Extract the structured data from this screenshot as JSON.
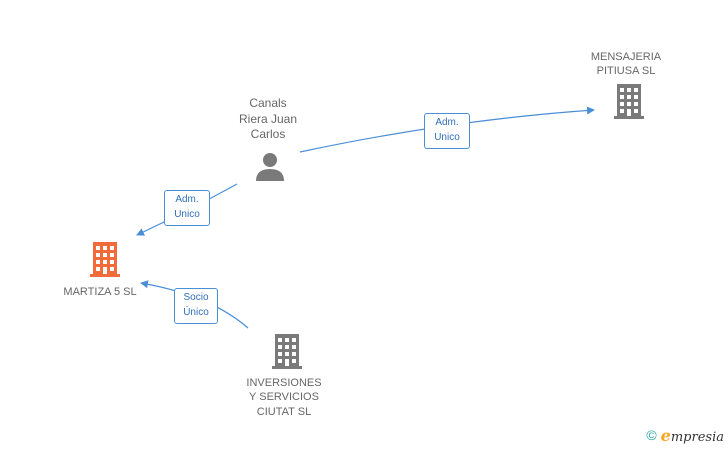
{
  "nodes": {
    "person": {
      "label": "Canals\nRiera Juan\nCarlos"
    },
    "mensajeria": {
      "label": "MENSAJERIA\nPITIUSA SL"
    },
    "martiza": {
      "label": "MARTIZA 5 SL"
    },
    "inversiones": {
      "label": "INVERSIONES\nY SERVICIOS\nCIUTAT SL"
    }
  },
  "edges": {
    "e1": {
      "label": "Adm.\nUnico"
    },
    "e2": {
      "label": "Adm.\nUnico"
    },
    "e3": {
      "label": "Socio\nÚnico"
    }
  },
  "colors": {
    "edge": "#4a8fd6",
    "highlight": "#f26b3a",
    "company": "#7a7a7a",
    "text": "#666666"
  },
  "footer": {
    "copyright": "©",
    "brand_initial": "e",
    "brand_rest": "mpresia"
  }
}
